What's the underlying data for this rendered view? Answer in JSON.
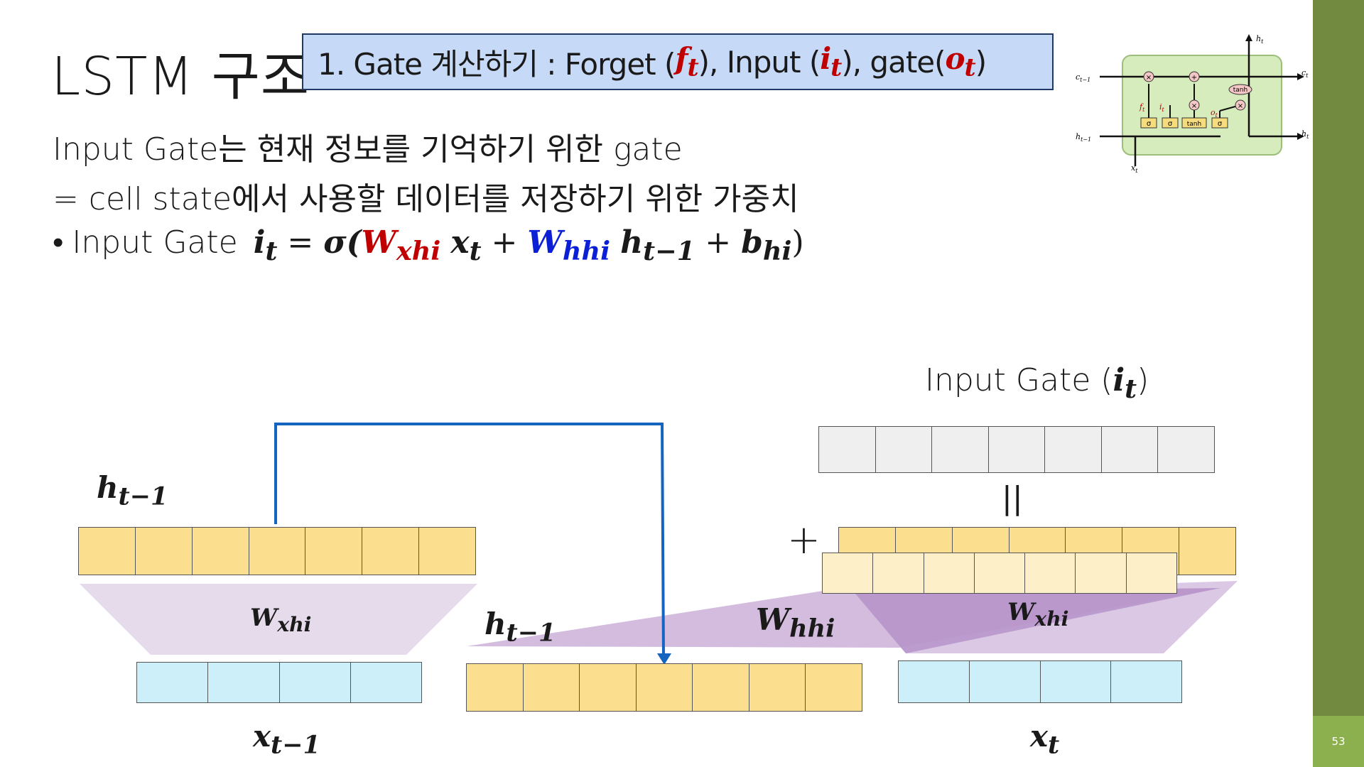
{
  "slide": {
    "title": "LSTM 구조",
    "subtitle": {
      "prefix": "1. Gate 계산하기 : Forget (",
      "f_sym": "f",
      "f_sub": "t",
      "mid1": "), Input (",
      "i_sym": "i",
      "i_sub": "t",
      "mid2": "), gate(",
      "o_sym": "o",
      "o_sub": "t",
      "suffix": ")"
    },
    "line1": "Input Gate는 현재 정보를 기억하기 위한 gate",
    "line2": " = cell state에서 사용할 데이터를 저장하기 위한 가중치",
    "bullet": {
      "marker": "•",
      "label": "Input Gate",
      "i": "i",
      "i_sub": "t",
      "eq": "= ",
      "sigma": "σ(",
      "wx": "W",
      "wx_sub": "xhi",
      "x": "x",
      "x_sub": "t",
      "plus1": "+",
      "wh": "W",
      "wh_sub": "hhi",
      "h": "h",
      "h_sub": "t−1",
      "plus2": "+",
      "b": "b",
      "b_sub": "hi",
      "close": ")"
    },
    "page_number": "53"
  },
  "diagram": {
    "output_label_prefix": "Input Gate (",
    "output_label_i": "i",
    "output_label_sub": "t",
    "output_label_suffix": ")",
    "equals_sign": "||",
    "plus_sign": "+",
    "h_prev_label": {
      "sym": "h",
      "sub": "t−1"
    },
    "h_prev_mid_label": {
      "sym": "h",
      "sub": "t−1"
    },
    "w_xhi_left": {
      "sym": "W",
      "sub": "xhi"
    },
    "w_hhi": {
      "sym": "W",
      "sub": "hhi"
    },
    "w_xhi_right": {
      "sym": "W",
      "sub": "xhi"
    },
    "x_prev_label": {
      "sym": "x",
      "sub": "t−1"
    },
    "x_cur_label": {
      "sym": "x",
      "sub": "t"
    },
    "arrow_color": "#1565c0",
    "colors": {
      "yellow": "#fbdf8f",
      "cyan": "#cdeffa",
      "gray": "#efefef",
      "purple": "#c8a8d8",
      "sidebar": "#718a3f"
    }
  },
  "thumbnail": {
    "c_prev": "c",
    "c_prev_sub": "t−1",
    "c_cur": "c",
    "c_cur_sub": "t",
    "h_prev": "h",
    "h_prev_sub": "t−1",
    "h_out_right": "h",
    "h_out_right_sub": "t",
    "h_top": "h",
    "h_top_sub": "t",
    "x_in": "x",
    "x_in_sub": "t",
    "f": "f",
    "f_sub": "t",
    "i": "i",
    "i_sub": "t",
    "o": "o",
    "o_sub": "t",
    "sigma": "σ",
    "tanh": "tanh",
    "times": "×",
    "plus": "+"
  }
}
